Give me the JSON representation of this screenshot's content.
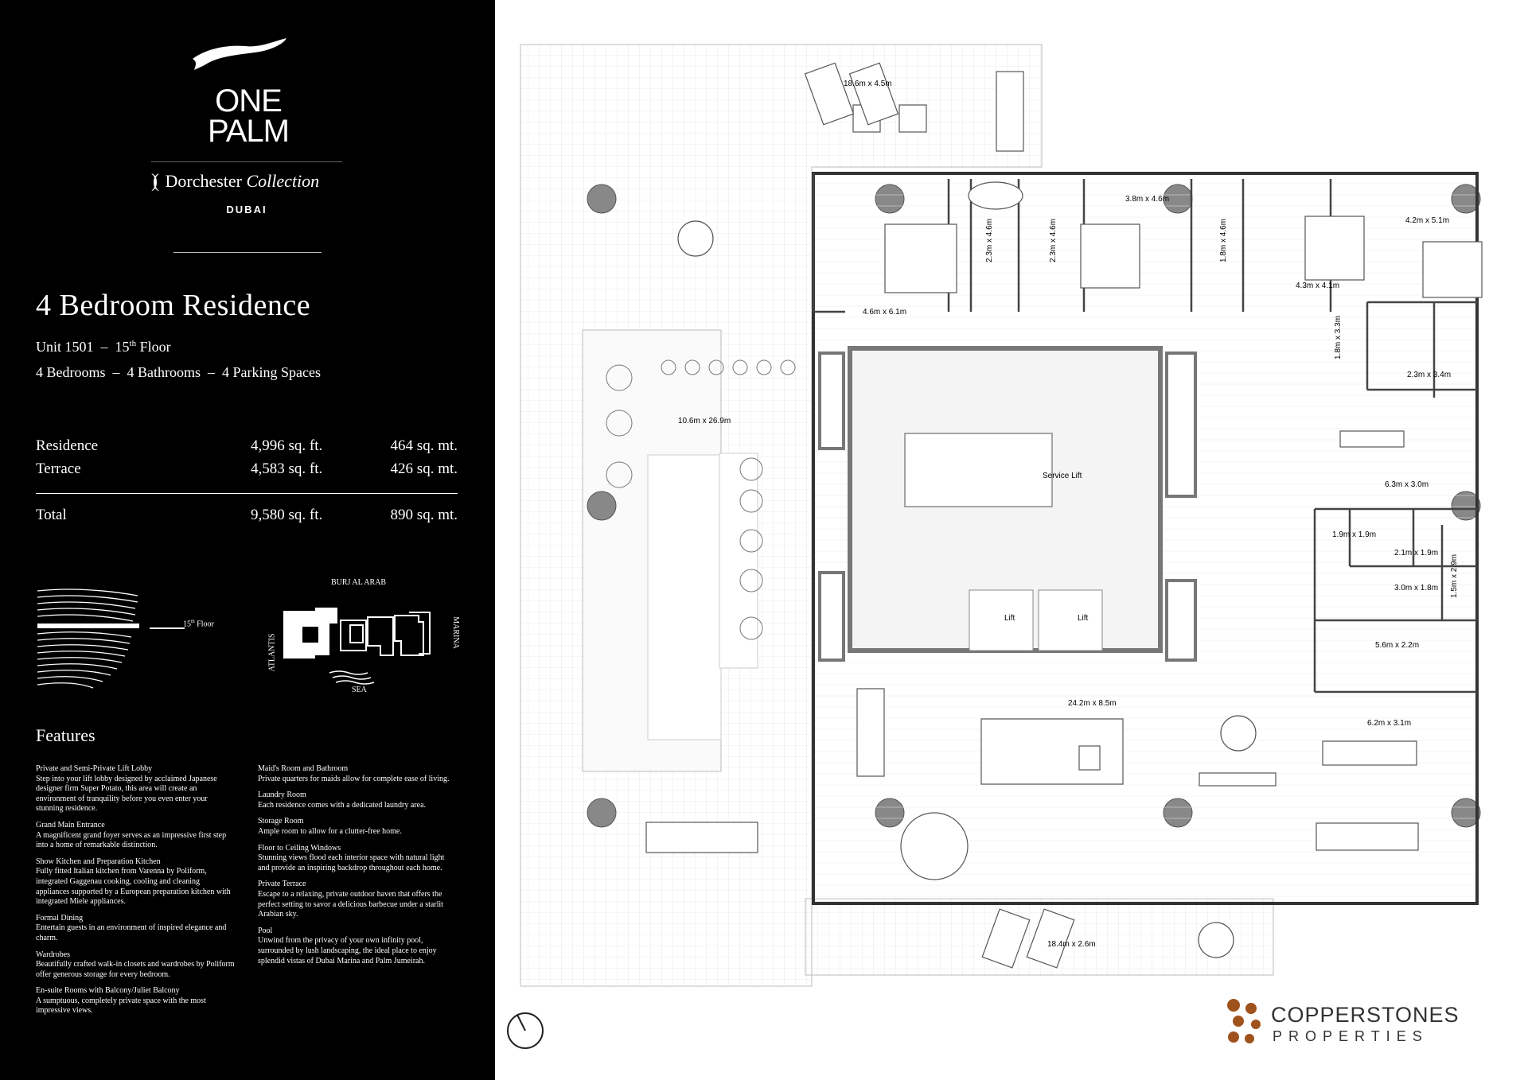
{
  "brand": {
    "logo_line1": "ONE",
    "logo_line2": "PALM",
    "collection_name": "Dorchester",
    "collection_italic": "Collection",
    "city": "DUBAI"
  },
  "residence": {
    "title": "4 Bedroom Residence",
    "unit": "Unit 1501",
    "dash": "–",
    "floor_num": "15",
    "floor_sup": "th",
    "floor_word": "Floor",
    "bedrooms": "4 Bedrooms",
    "bathrooms": "4 Bathrooms",
    "parking": "4 Parking Spaces"
  },
  "areas": [
    {
      "label": "Residence",
      "sqft": "4,996 sq. ft.",
      "sqm": "464 sq. mt."
    },
    {
      "label": "Terrace",
      "sqft": "4,583 sq. ft.",
      "sqm": "426 sq. mt."
    }
  ],
  "total": {
    "label": "Total",
    "sqft": "9,580 sq. ft.",
    "sqm": "890 sq. mt."
  },
  "location": {
    "floor_num": "15",
    "floor_sup": "th",
    "floor_word": "Floor",
    "north": "BURJ AL ARAB",
    "west": "ATLANTIS",
    "east": "MARINA",
    "south": "SEA"
  },
  "features_heading": "Features",
  "features_left": [
    {
      "title": "Private and Semi-Private Lift Lobby",
      "text": "Step into your lift lobby designed by acclaimed Japanese designer firm Super Potato, this area will create an environment of tranquility before you even enter your stunning residence."
    },
    {
      "title": "Grand Main Entrance",
      "text": "A magnificent grand foyer serves as an impressive first step into a home of remarkable distinction."
    },
    {
      "title": "Show Kitchen and Preparation Kitchen",
      "text": "Fully fitted Italian kitchen from Varenna by Poliform, integrated Gaggenau cooking, cooling and cleaning appliances supported by a European preparation kitchen with integrated Miele appliances."
    },
    {
      "title": "Formal Dining",
      "text": "Entertain guests in an environment of inspired elegance and charm."
    },
    {
      "title": "Wardrobes",
      "text": "Beautifully crafted walk-in closets and wardrobes by Poliform offer generous storage for every bedroom."
    },
    {
      "title": "En-suite Rooms with Balcony/Juliet Balcony",
      "text": "A sumptuous, completely private space with the most impressive views."
    }
  ],
  "features_right": [
    {
      "title": "Maid's Room and Bathroom",
      "text": "Private quarters for maids allow for complete ease of living."
    },
    {
      "title": "Laundry Room",
      "text": "Each residence comes with a dedicated laundry area."
    },
    {
      "title": "Storage Room",
      "text": "Ample room to allow for a clutter-free home."
    },
    {
      "title": "Floor to Ceiling Windows",
      "text": "Stunning views flood each interior space with natural light and provide an inspiring backdrop throughout each home."
    },
    {
      "title": "Private Terrace",
      "text": "Escape to a relaxing, private outdoor haven that offers the perfect setting to savor a delicious barbecue under a starlit Arabian sky."
    },
    {
      "title": "Pool",
      "text": "Unwind from the privacy of your own infinity pool, surrounded by lush landscaping, the ideal place to enjoy splendid vistas of Dubai Marina and Palm Jumeirah."
    }
  ],
  "plan_labels": {
    "terrace_top": "18.6m x 4.5m",
    "bed_master": "4.6m x 6.1m",
    "wir1": "2.3m x 4.6m",
    "bath1": "2.3m x 4.6m",
    "bed2": "3.8m x 4.6m",
    "bath2": "1.8m x 4.6m",
    "bed3": "4.3m x 4.1m",
    "bed4": "4.2m x 5.1m",
    "wic": "1.8m x 3.3m",
    "bath4": "2.3m x 3.4m",
    "pool": "10.6m x 26.9m",
    "service_lift": "Service Lift",
    "family": "6.3m x 3.0m",
    "maid_bath": "1.9m x 1.9m",
    "laundry": "2.1m x 1.9m",
    "maid_room": "3.0m x 1.8m",
    "store": "1.5m x 2.9m",
    "prep_kitchen": "5.6m x 2.2m",
    "lift_a": "Lift",
    "lift_b": "Lift",
    "living": "24.2m x 8.5m",
    "kitchen": "6.2m x 3.1m",
    "terrace_bottom": "18.4m x 2.6m"
  },
  "agency": {
    "name": "COPPERSTONES",
    "sub": "PROPERTIES"
  }
}
